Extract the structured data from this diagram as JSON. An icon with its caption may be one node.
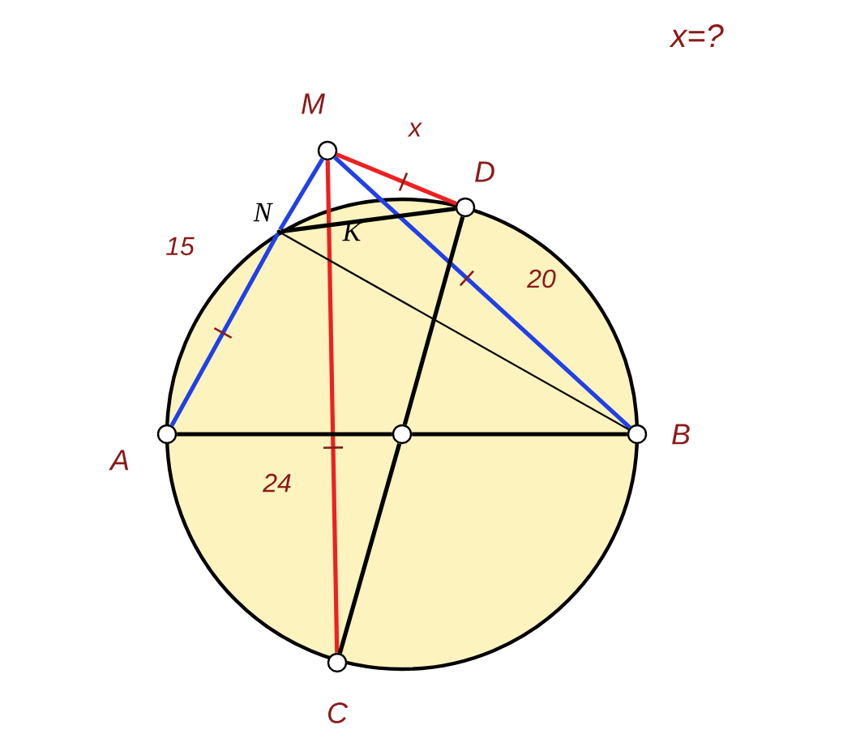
{
  "diagram": {
    "nodes": [
      {
        "text": [],
        "shape": "circle",
        "beside": [
          "M"
        ]
      },
      {
        "text": [],
        "shape": "circle",
        "beside": [
          "D"
        ]
      },
      {
        "text": [],
        "shape": "dot",
        "beside": [
          "N"
        ]
      },
      {
        "text": [],
        "shape": "circle",
        "beside": [
          "A"
        ]
      },
      {
        "text": [],
        "shape": "circle"
      },
      {
        "text": [],
        "shape": "circle",
        "beside": [
          "B"
        ]
      },
      {
        "text": [],
        "shape": "circle",
        "beside": [
          "C"
        ]
      }
    ],
    "edges": [
      {
        "from": 0,
        "to": 2,
        "arrow": "none",
        "color": "#2040e8"
      },
      {
        "from": 2,
        "to": 3,
        "arrow": "none",
        "color": "#2040e8",
        "label": "15"
      },
      {
        "from": 0,
        "to": 5,
        "arrow": "none",
        "color": "#2040e8",
        "label": "20"
      },
      {
        "from": 0,
        "to": 1,
        "arrow": "none",
        "color": "#ee2020",
        "label": "x"
      },
      {
        "from": 0,
        "to": 6,
        "arrow": "none",
        "color": "#ee2020",
        "label": "24"
      },
      {
        "from": 2,
        "to": 1,
        "arrow": "none"
      },
      {
        "from": 2,
        "to": 5,
        "arrow": "none"
      },
      {
        "from": 3,
        "to": 4,
        "arrow": "none"
      },
      {
        "from": 4,
        "to": 5,
        "arrow": "none"
      },
      {
        "from": 1,
        "to": 4,
        "arrow": "none"
      },
      {
        "from": 4,
        "to": 6,
        "arrow": "none"
      }
    ],
    "labels": [
      "x=?",
      "K"
    ]
  }
}
